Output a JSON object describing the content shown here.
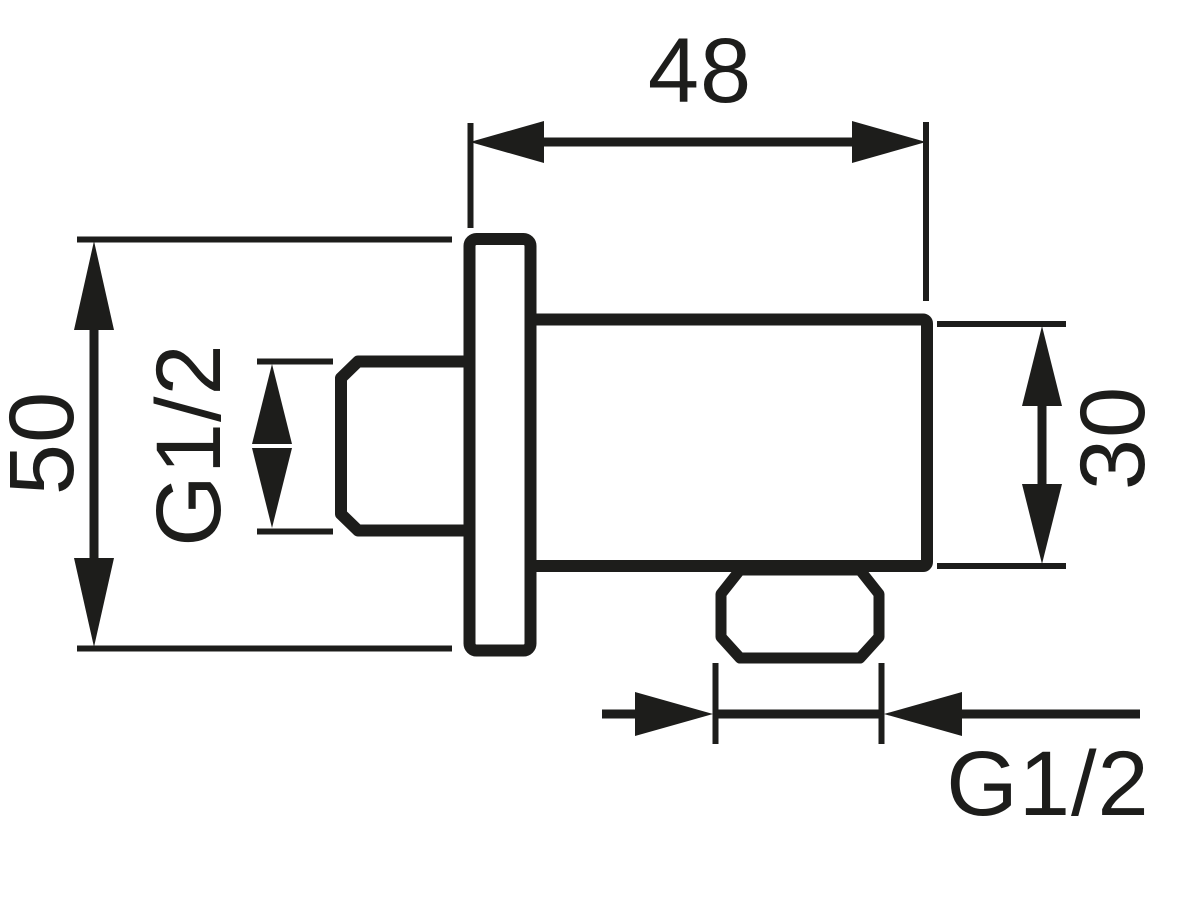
{
  "colors": {
    "ink": "#1d1d1b",
    "bg": "#ffffff"
  },
  "drawing": {
    "kind": "technical dimension drawing",
    "subject": "wall outlet elbow, side view",
    "labels": {
      "dim_width": "48",
      "dim_height": "50",
      "dim_depth": "30",
      "thread_side": "G1/2",
      "thread_bottom": "G1/2"
    }
  }
}
